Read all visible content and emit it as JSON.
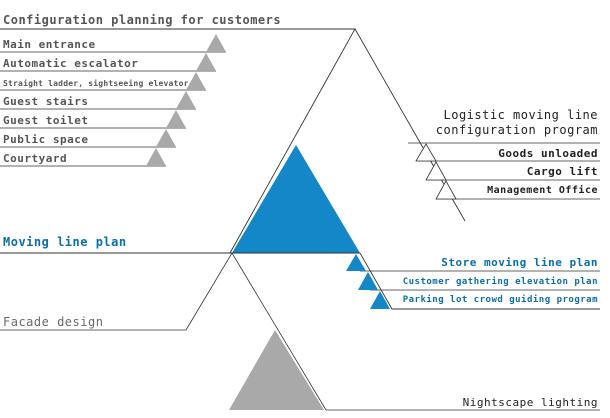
{
  "colors": {
    "gray_triangle": "#a9a9a9",
    "blue_triangle": "#1487c8",
    "line": "#333333",
    "blue_text": "#0b6ea9",
    "gray_text": "#555555"
  },
  "customers": {
    "title": "Configuration planning for customers",
    "items": [
      "Main entrance",
      "Automatic escalator",
      "Straight ladder, sightseeing elevator",
      "Guest stairs",
      "Guest toilet",
      "Public space",
      "Courtyard"
    ]
  },
  "logistic": {
    "title_line1": "Logistic moving line",
    "title_line2": "configuration program",
    "items": [
      "Goods unloaded",
      "Cargo lift",
      "Management Office"
    ]
  },
  "moving_line": {
    "title": "Moving line plan",
    "items": [
      "Store moving line plan",
      "Customer gathering elevation plan",
      "Parking lot crowd guiding program"
    ]
  },
  "facade": {
    "title": "Facade design",
    "items": [
      "Nightscape lighting"
    ]
  }
}
